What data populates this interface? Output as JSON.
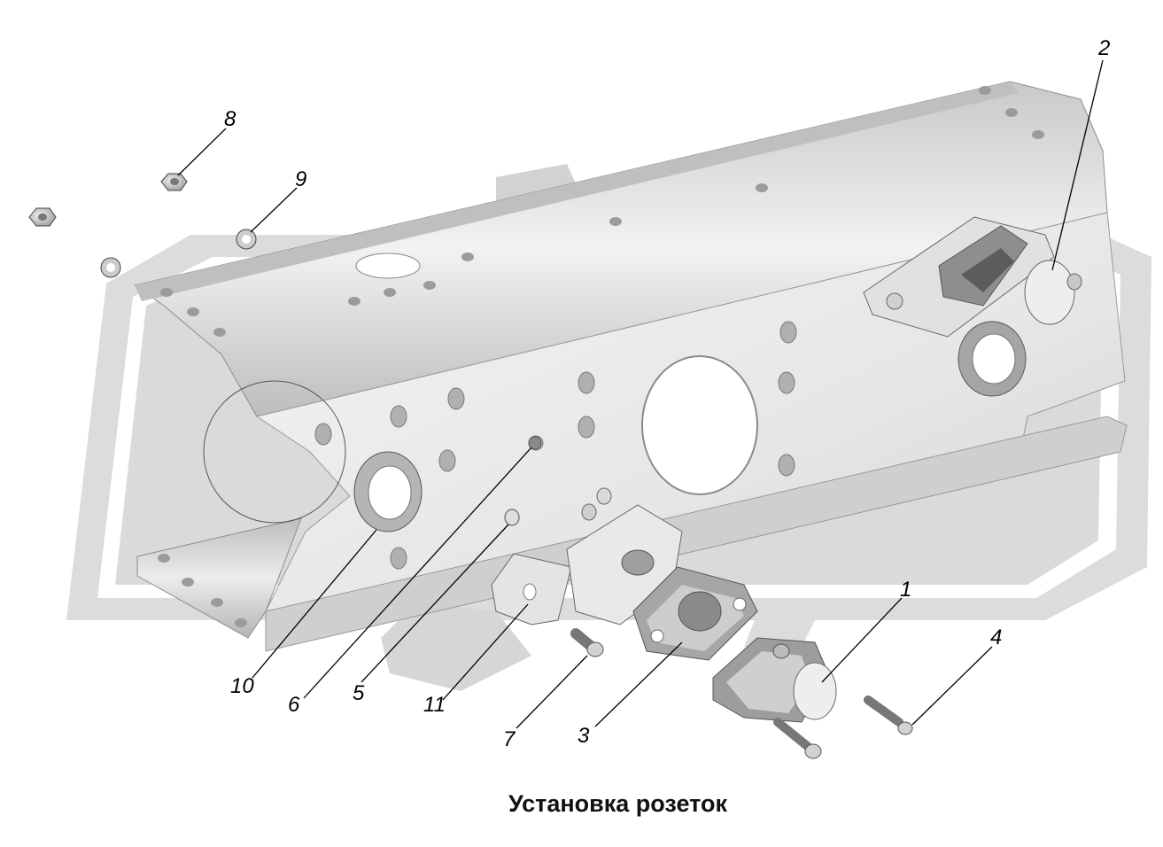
{
  "caption": "Установка розеток",
  "callouts": {
    "c1": "1",
    "c2": "2",
    "c3": "3",
    "c4": "4",
    "c5": "5",
    "c6": "6",
    "c7": "7",
    "c8": "8",
    "c9": "9",
    "c10": "10",
    "c11": "11"
  },
  "colors": {
    "part_fill": "#e8e8e8",
    "part_shade": "#a9a9a9",
    "watermark": "#d9d9d9",
    "line": "#000000"
  }
}
